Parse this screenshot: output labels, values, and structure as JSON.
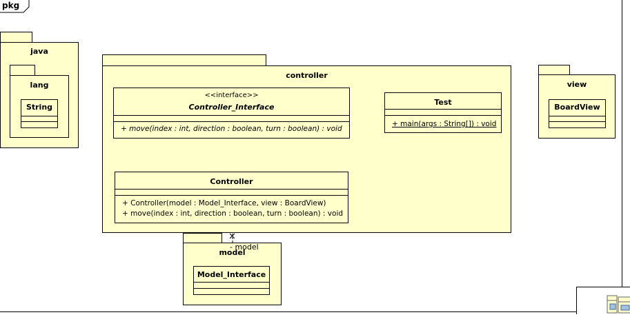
{
  "frame": {
    "label": "pkg"
  },
  "packages": {
    "java": {
      "name": "java"
    },
    "lang": {
      "name": "lang"
    },
    "controller": {
      "name": "controller"
    },
    "view": {
      "name": "view"
    },
    "model": {
      "name": "model"
    }
  },
  "classes": {
    "string": {
      "name": "String"
    },
    "controller_interface": {
      "stereotype": "<<interface>>",
      "name": "Controller_Interface",
      "operations": [
        "+ move(index : int, direction : boolean, turn : boolean) : void"
      ]
    },
    "test": {
      "name": "Test",
      "operations": [
        "+ main(args : String[]) : void"
      ]
    },
    "controller": {
      "name": "Controller",
      "operations": [
        "+ Controller(model : Model_Interface, view : BoardView)",
        "+ move(index : int, direction : boolean, turn : boolean) : void"
      ]
    },
    "boardview": {
      "name": "BoardView"
    },
    "model_interface": {
      "name": "Model_Interface"
    }
  },
  "associations": {
    "model_role": "- model"
  }
}
